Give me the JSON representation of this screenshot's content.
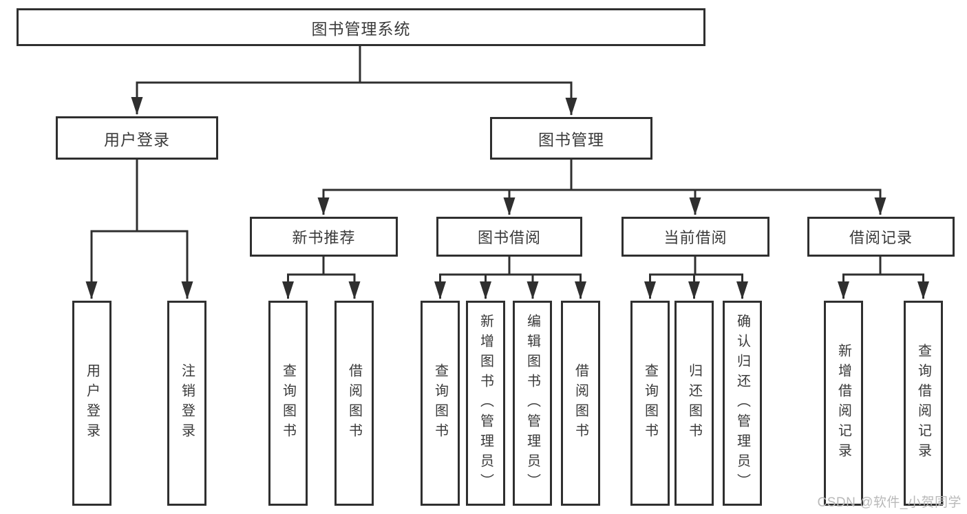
{
  "diagram": {
    "type": "hierarchy-tree",
    "root": {
      "label": "图书管理系统",
      "children": [
        {
          "label": "用户登录",
          "children": [
            {
              "label": "用户登录"
            },
            {
              "label": "注销登录"
            }
          ]
        },
        {
          "label": "图书管理",
          "children": [
            {
              "label": "新书推荐",
              "children": [
                {
                  "label": "查询图书"
                },
                {
                  "label": "借阅图书"
                }
              ]
            },
            {
              "label": "图书借阅",
              "children": [
                {
                  "label": "查询图书"
                },
                {
                  "label": "新增图书（管理员）"
                },
                {
                  "label": "编辑图书（管理员）"
                },
                {
                  "label": "借阅图书"
                }
              ]
            },
            {
              "label": "当前借阅",
              "children": [
                {
                  "label": "查询图书"
                },
                {
                  "label": "归还图书"
                },
                {
                  "label": "确认归还（管理员）"
                }
              ]
            },
            {
              "label": "借阅记录",
              "children": [
                {
                  "label": "新增借阅记录"
                },
                {
                  "label": "查询借阅记录"
                }
              ]
            }
          ]
        }
      ]
    },
    "colors": {
      "line": "#2f2f2f",
      "text": "#3a3a3a",
      "box_background": "#ffffff",
      "watermark": "#b9b9b9",
      "background": "#ffffff"
    }
  },
  "watermark": {
    "text": "CSDN @软件_小贺同学"
  }
}
